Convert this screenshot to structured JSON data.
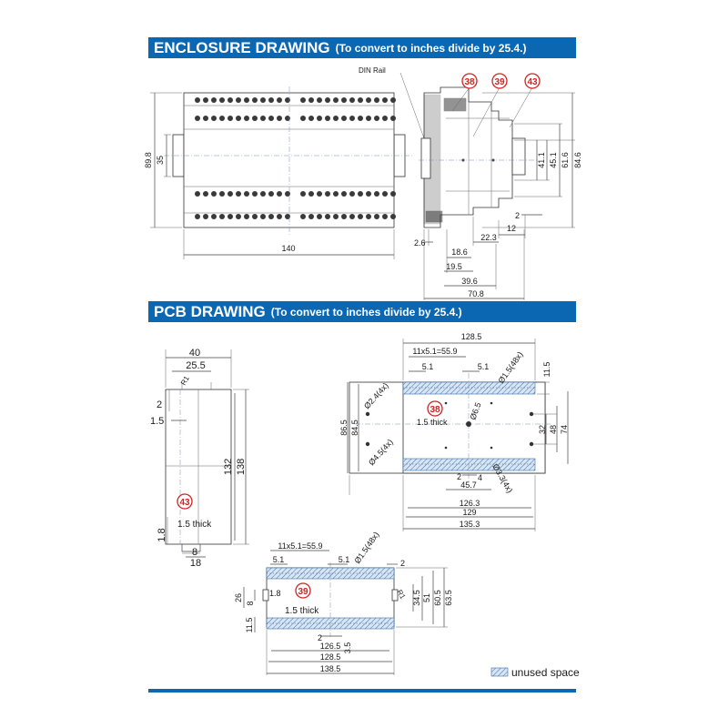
{
  "enclosure": {
    "title": "ENCLOSURE DRAWING",
    "subtitle": "(To convert to inches divide by 25.4.)",
    "din_rail_label": "DIN Rail",
    "callouts": [
      "38",
      "39",
      "43"
    ],
    "dims": {
      "height_outer": "89.8",
      "height_rail": "35",
      "width": "140",
      "side_41_1": "41.1",
      "side_45_1": "45.1",
      "side_61_6": "61.6",
      "side_84_6": "84.6",
      "side_2": "2",
      "side_12": "12",
      "side_22_3": "22.3",
      "side_2_6": "2.6",
      "side_18_6": "18.6",
      "side_19_5": "19.5",
      "side_39_6": "39.6",
      "side_70_8": "70.8"
    }
  },
  "pcb": {
    "title": "PCB DRAWING",
    "subtitle": "(To convert to inches divide by 25.4.)",
    "board43": {
      "callout": "43",
      "thickness": "1.5 thick",
      "dims": {
        "w40": "40",
        "w25_5": "25.5",
        "r1": "R1",
        "d2": "2",
        "d1_5": "1.5",
        "h132": "132",
        "h138": "138",
        "d1_8": "1.8",
        "w8": "8",
        "w18": "18"
      }
    },
    "board38": {
      "callout": "38",
      "thickness": "1.5 thick",
      "dims": {
        "w128_5": "128.5",
        "pitch": "11x5.1=55.9",
        "p5_1a": "5.1",
        "p5_1b": "5.1",
        "pins": "Ø1.5(48x)",
        "d11_5": "11.5",
        "holes24": "Ø2.4(4x)",
        "hole6_5": "Ø6.5",
        "holes4_5": "Ø4.5(4x)",
        "holes3_3": "Ø3.3(4x)",
        "h86_5": "86.5",
        "h84_5": "84.5",
        "h32": "32",
        "h48": "48",
        "h74": "74",
        "d2": "2",
        "d4": "4",
        "w45_7": "45.7",
        "w126_3": "126.3",
        "w129": "129",
        "w135_3": "135.3"
      }
    },
    "board39": {
      "callout": "39",
      "thickness": "1.5 thick",
      "dims": {
        "pitch": "11x5.1=55.9",
        "p5_1a": "5.1",
        "p5_1b": "5.1",
        "pins": "Ø1.5(48x)",
        "d2top": "2",
        "h26": "26",
        "d1_8": "1.8",
        "h8": "8",
        "h11_5": "11.5",
        "r1": "R1",
        "h34_5": "34.5",
        "h51": "51",
        "h60_5": "60.5",
        "h63_5": "63.5",
        "d2": "2",
        "d3_5": "3.5",
        "w126_5": "126.5",
        "w128_5": "128.5",
        "w138_5": "138.5"
      }
    }
  },
  "legend": {
    "label": "unused space"
  },
  "colors": {
    "banner": "#0b67b2",
    "callout": "#d42020",
    "hatch": "#3b6ea8"
  }
}
